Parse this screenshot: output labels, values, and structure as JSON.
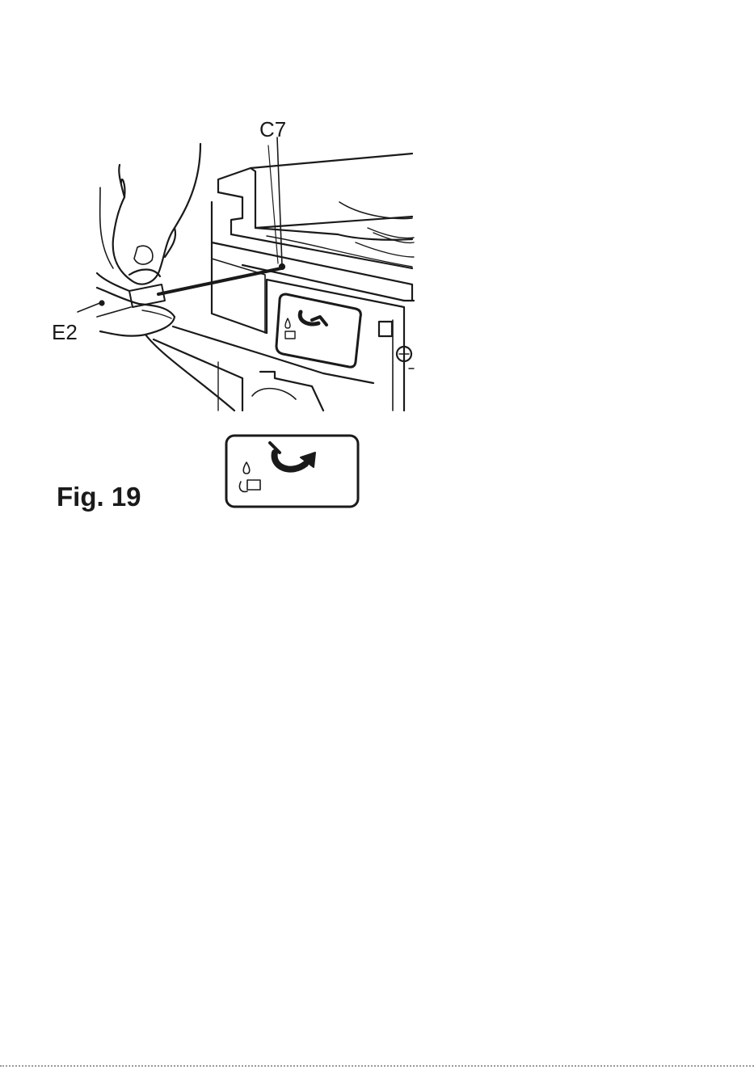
{
  "figure": {
    "caption": "Fig. 19",
    "callouts": {
      "c7": "C7",
      "e2": "E2"
    },
    "icons": [
      "hand-icon",
      "screwdriver-icon",
      "rotate-arrow-icon",
      "water-drop-icon",
      "descale-icon"
    ],
    "colors": {
      "ink": "#1a1a1a",
      "background": "#ffffff"
    }
  }
}
